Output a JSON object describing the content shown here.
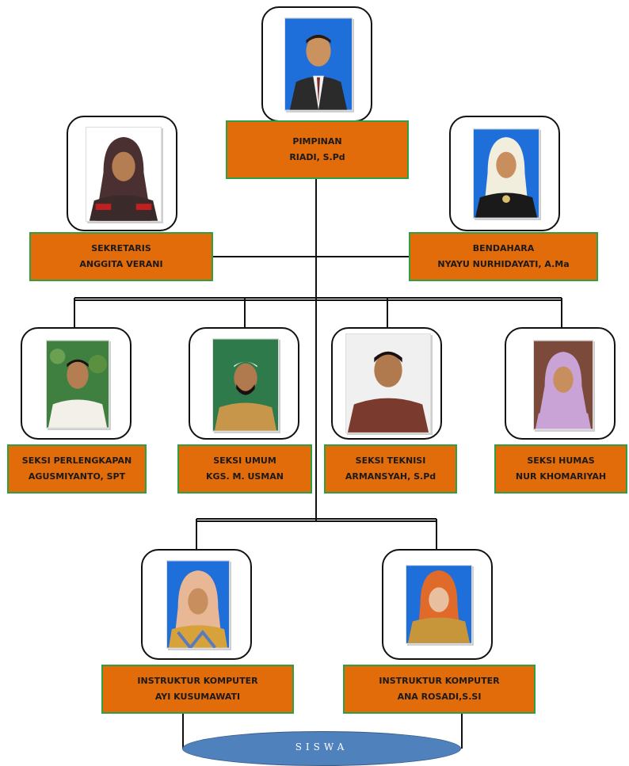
{
  "org_chart": {
    "nodes": [
      {
        "id": "pimpinan",
        "role": "PIMPINAN",
        "name": "RIADI, S.Pd",
        "photo_bg": "#1e6fd9",
        "outfit": "#2b2b2b"
      },
      {
        "id": "sekretaris",
        "role": "SEKRETARIS",
        "name": "ANGGITA VERANI",
        "photo_bg": "#ffffff",
        "outfit": "#3a2a2a",
        "scarf": "#4a3030"
      },
      {
        "id": "bendahara",
        "role": "BENDAHARA",
        "name": "NYAYU NURHIDAYATI, A.Ma",
        "photo_bg": "#1e6fd9",
        "outfit": "#1a1a1a",
        "scarf": "#f2eede"
      },
      {
        "id": "seksi-perlengkapan",
        "role": "SEKSI PERLENGKAPAN",
        "name": "AGUSMIYANTO, SPT",
        "photo_bg": "#3f7f3f",
        "outfit": "#f3f0ea"
      },
      {
        "id": "seksi-umum",
        "role": "SEKSI UMUM",
        "name": "KGS. M. USMAN",
        "photo_bg": "#2f7a4a",
        "outfit": "#c8964a"
      },
      {
        "id": "seksi-teknisi",
        "role": "SEKSI TEKNISI",
        "name": "ARMANSYAH, S.Pd",
        "photo_bg": "#f0f0f0",
        "outfit": "#7a3b2e"
      },
      {
        "id": "seksi-humas",
        "role": "SEKSI HUMAS",
        "name": "NUR KHOMARIYAH",
        "photo_bg": "#7b4a3a",
        "outfit": "#c9a2d6",
        "scarf": "#c9a2d6"
      },
      {
        "id": "instruktur-1",
        "role": "INSTRUKTUR KOMPUTER",
        "name": "AYI KUSUMAWATI",
        "photo_bg": "#1e6fd9",
        "outfit": "#d8a23a",
        "scarf": "#e8b896"
      },
      {
        "id": "instruktur-2",
        "role": "INSTRUKTUR KOMPUTER",
        "name": "ANA ROSADI,S.SI",
        "photo_bg": "#1e6fd9",
        "outfit": "#c8963a",
        "scarf": "#e06a2a"
      }
    ],
    "siswa": "SISWA"
  },
  "colors": {
    "box_fill": "#e26b0a",
    "box_border": "#2ea043",
    "line": "#111111",
    "siswa_fill": "#4f81bd"
  }
}
